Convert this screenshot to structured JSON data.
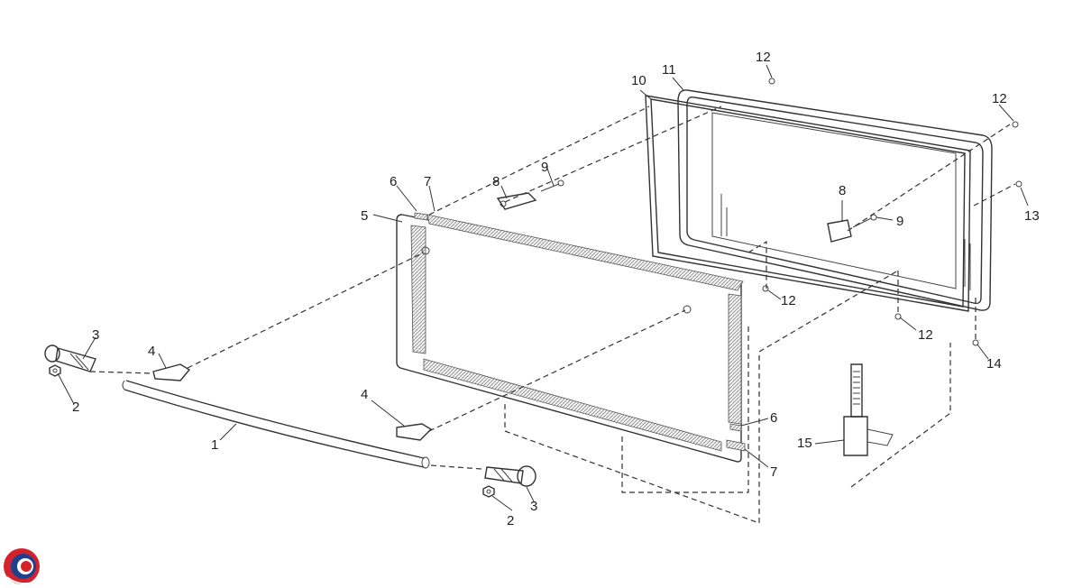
{
  "diagram": {
    "callouts": [
      {
        "id": "c1",
        "label": "1"
      },
      {
        "id": "c2a",
        "label": "2"
      },
      {
        "id": "c2b",
        "label": "2"
      },
      {
        "id": "c3a",
        "label": "3"
      },
      {
        "id": "c3b",
        "label": "3"
      },
      {
        "id": "c4a",
        "label": "4"
      },
      {
        "id": "c4b",
        "label": "4"
      },
      {
        "id": "c5",
        "label": "5"
      },
      {
        "id": "c6a",
        "label": "6"
      },
      {
        "id": "c6b",
        "label": "6"
      },
      {
        "id": "c7a",
        "label": "7"
      },
      {
        "id": "c7b",
        "label": "7"
      },
      {
        "id": "c8a",
        "label": "8"
      },
      {
        "id": "c8b",
        "label": "8"
      },
      {
        "id": "c9a",
        "label": "9"
      },
      {
        "id": "c9b",
        "label": "9"
      },
      {
        "id": "c10",
        "label": "10"
      },
      {
        "id": "c11",
        "label": "11"
      },
      {
        "id": "c12a",
        "label": "12"
      },
      {
        "id": "c12b",
        "label": "12"
      },
      {
        "id": "c12c",
        "label": "12"
      },
      {
        "id": "c12d",
        "label": "12"
      },
      {
        "id": "c13",
        "label": "13"
      },
      {
        "id": "c14",
        "label": "14"
      },
      {
        "id": "c15",
        "label": "15"
      }
    ]
  },
  "logo": {
    "icon": "brand-swirl-icon",
    "colors": {
      "red": "#d2232a",
      "blue": "#1f3f8f"
    }
  }
}
